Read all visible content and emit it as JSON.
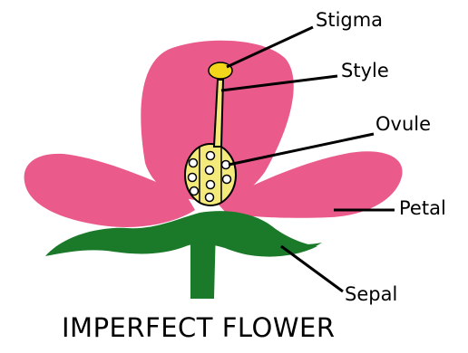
{
  "labels": {
    "stigma": "Stigma",
    "style": "Style",
    "ovule": "Ovule",
    "petal": "Petal",
    "sepal": "Sepal"
  },
  "caption": "IMPERFECT FLOWER",
  "colors": {
    "petal": "#ea5a8a",
    "sepal": "#1b7a2a",
    "pistil": "#f4ea7c",
    "stigma": "#f3d61a",
    "outline": "#000000"
  }
}
